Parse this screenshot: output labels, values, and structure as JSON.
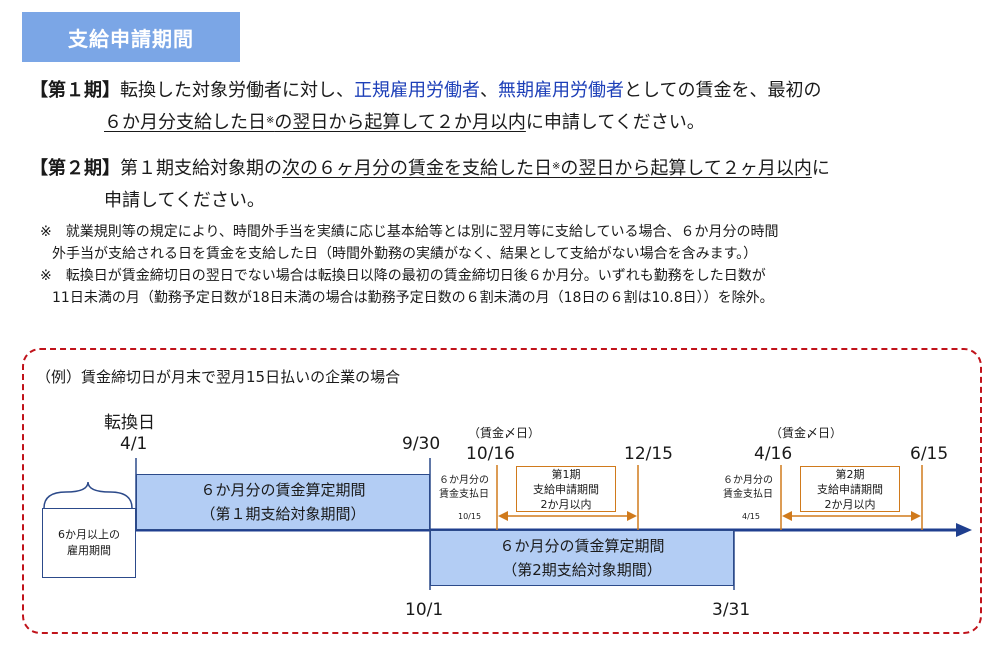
{
  "header": {
    "title": "支給申請期間"
  },
  "period1": {
    "label": "【第１期】",
    "line1_a": "転換した対象労働者に対し、",
    "line1_b": "正規雇用労働者",
    "line1_c": "、",
    "line1_d": "無期雇用労働者",
    "line1_e": "としての賃金を、最初の",
    "line2_u1": "６か月分支給した日",
    "mark": "※",
    "line2_u2": "の翌日から起算して２か月以内",
    "line2_rest": "に申請してください。"
  },
  "period2": {
    "label": "【第２期】",
    "line1_a": "第１期支給対象期の",
    "line1_u1": "次の６ヶ月分の賃金を支給した日",
    "mark": "※",
    "line1_u2": "の翌日から起算して２ヶ月以内",
    "line1_rest": "に",
    "line2": "申請してください。"
  },
  "notes": [
    {
      "l1": "※　就業規則等の規定により、時間外手当を実績に応じ基本給等とは別に翌月等に支給している場合、６か月分の時間",
      "l2": "外手当が支給される日を賃金を支給した日（時間外勤務の実績がなく、結果として支給がない場合を含みます。）"
    },
    {
      "l1": "※　転換日が賃金締切日の翌日でない場合は転換日以降の最初の賃金締切日後６か月分。いずれも勤務をした日数が",
      "l2": "11日未満の月（勤務予定日数が18日未満の場合は勤務予定日数の６割未満の月（18日の６割は10.8日））を除外。"
    }
  ],
  "example": {
    "title": "（例）賃金締切日が月末で翌月15日払いの企業の場合",
    "conversion_label": "転換日",
    "dates": {
      "d1": "4/1",
      "d2": "9/30",
      "d3": "10/1",
      "d4": "3/31",
      "d5": "10/16",
      "d6": "12/15",
      "d7": "4/16",
      "d8": "6/15"
    },
    "closing_note_1": "（賃金〆日）",
    "closing_note_2": "（賃金〆日）",
    "employment": {
      "l1": "6か月以上の",
      "l2": "雇用期間"
    },
    "p1": {
      "l1": "６か月分の賃金算定期間",
      "l2": "（第１期支給対象期間）"
    },
    "p2": {
      "l1": "６か月分の賃金算定期間",
      "l2": "（第2期支給対象期間）"
    },
    "pay1": {
      "l1": "６か月分の",
      "l2": "賃金支払日",
      "date": "10/15"
    },
    "pay2": {
      "l1": "６か月分の",
      "l2": "賃金支払日",
      "date": "4/15"
    },
    "app1": {
      "l1": "第1期",
      "l2": "支給申請期間",
      "l3": "2か月以内"
    },
    "app2": {
      "l1": "第2期",
      "l2": "支給申請期間",
      "l3": "2か月以内"
    }
  },
  "colors": {
    "header_bg": "#7ba6e6",
    "accent_blue": "#1d3fb8",
    "period_fill": "#b3cdf4",
    "dashed_frame": "#c0131b",
    "bracket": "#d07a1c",
    "axis": "#1f3f8f"
  }
}
